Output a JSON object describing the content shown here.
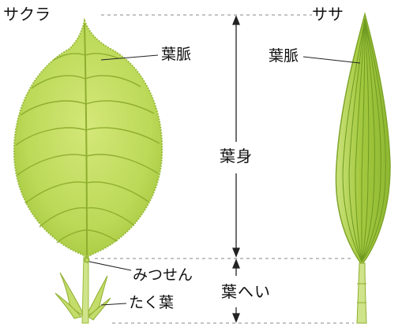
{
  "plants": {
    "sakura": {
      "name": "サクラ",
      "vein_label": "葉脈"
    },
    "sasa": {
      "name": "ササ",
      "vein_label": "葉脈"
    }
  },
  "parts": {
    "blade": "葉身",
    "petiole": "葉へい",
    "nectary": "みつせん",
    "stipule": "たく葉"
  },
  "colors": {
    "sakura_leaf": "#bcd958",
    "sakura_vein": "#8fae2f",
    "sasa_leaf": "#a8cc45",
    "sasa_vein": "#6f9a22",
    "petiole": "#cfe48a",
    "guide_line": "#888888",
    "text": "#111111"
  }
}
